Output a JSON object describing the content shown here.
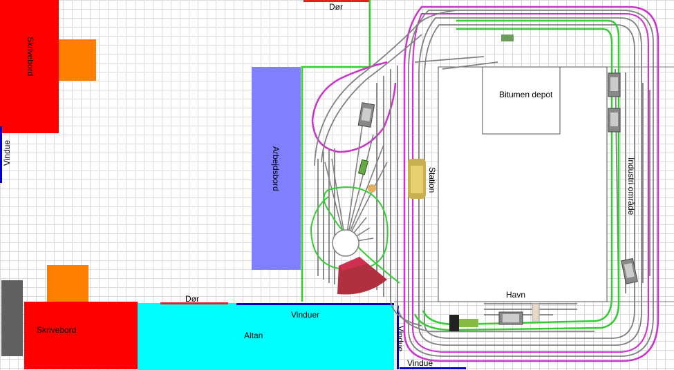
{
  "labels": {
    "skrivebord_top": "Skrivebord",
    "skrivebord_bottom": "Skrivebord",
    "arbejdsbord": "Arbejdsbord",
    "altan": "Altan",
    "vinduer": "Vinduer",
    "dor_top": "Dør",
    "dor_bottom": "Dør",
    "vindue_left": "Vindue",
    "vindue_bottom": "Vindue",
    "vindue_side": "Vindue",
    "station": "Station",
    "bitumen_depot": "Bitumen depot",
    "havn": "Havn",
    "industri": "Industri område"
  },
  "colors": {
    "desk": "#ff0000",
    "chair": "#ff8000",
    "workbench": "#8080ff",
    "balcony": "#00ffff",
    "window": "#0000cc",
    "door": "#dd2222",
    "track": "#808080",
    "green_line": "#33cc33",
    "magenta_line": "#cc33cc",
    "harbour": "#0000ee",
    "turntable_shed": "#b03040",
    "station_building": "#e8d070"
  }
}
